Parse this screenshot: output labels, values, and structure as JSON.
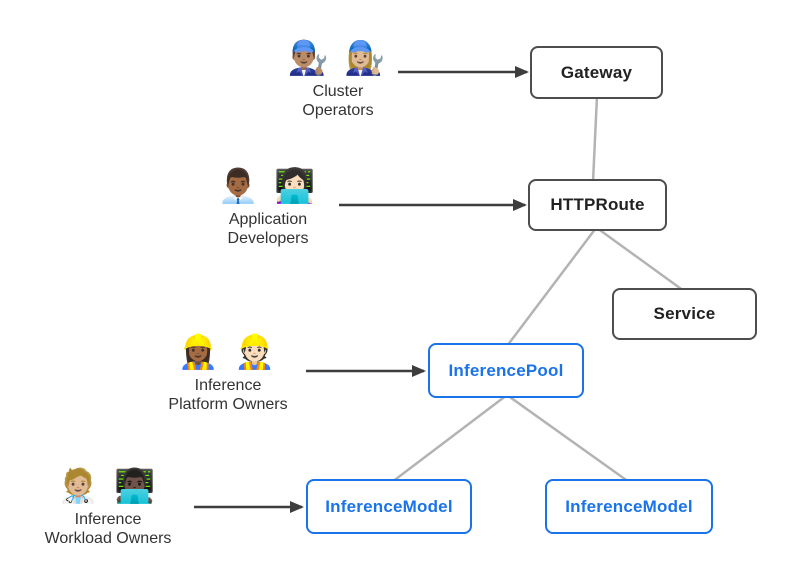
{
  "diagram": {
    "personas": [
      {
        "id": "cluster-operators",
        "emojis": "👨🏽‍🔧 👩🏼‍🔧",
        "label_lines": [
          "Cluster",
          "Operators"
        ]
      },
      {
        "id": "application-developers",
        "emojis": "👨🏾‍💼 👩🏻‍💻",
        "label_lines": [
          "Application",
          "Developers"
        ]
      },
      {
        "id": "inference-platform-owners",
        "emojis": "👷🏾‍♀️ 👷🏻",
        "label_lines": [
          "Inference",
          "Platform Owners"
        ]
      },
      {
        "id": "inference-workload-owners",
        "emojis": "🧑🏼‍⚕️ 👨🏿‍💻",
        "label_lines": [
          "Inference",
          "Workload Owners"
        ]
      }
    ],
    "nodes": [
      {
        "id": "gateway",
        "label": "Gateway",
        "style": "dark"
      },
      {
        "id": "httproute",
        "label": "HTTPRoute",
        "style": "dark"
      },
      {
        "id": "service",
        "label": "Service",
        "style": "dark"
      },
      {
        "id": "inferencepool",
        "label": "InferencePool",
        "style": "blue"
      },
      {
        "id": "inferencemodel-1",
        "label": "InferenceModel",
        "style": "blue"
      },
      {
        "id": "inferencemodel-2",
        "label": "InferenceModel",
        "style": "blue"
      }
    ],
    "edges": [
      {
        "from": "gateway",
        "to": "httproute",
        "type": "line"
      },
      {
        "from": "httproute",
        "to": "inferencepool",
        "type": "line"
      },
      {
        "from": "httproute",
        "to": "service",
        "type": "line"
      },
      {
        "from": "inferencepool",
        "to": "inferencemodel-1",
        "type": "line"
      },
      {
        "from": "inferencepool",
        "to": "inferencemodel-2",
        "type": "line"
      },
      {
        "from": "cluster-operators",
        "to": "gateway",
        "type": "arrow"
      },
      {
        "from": "application-developers",
        "to": "httproute",
        "type": "arrow"
      },
      {
        "from": "inference-platform-owners",
        "to": "inferencepool",
        "type": "arrow"
      },
      {
        "from": "inference-workload-owners",
        "to": "inferencemodel-1",
        "type": "arrow"
      }
    ],
    "theme": {
      "background": "#ffffff",
      "node_border_dark": "#4d4d4d",
      "node_text_dark": "#212121",
      "node_border_blue": "#1a73e8",
      "node_text_blue": "#1a73e8",
      "connector_gray": "#b3b3b3",
      "arrow_dark": "#3d3d3d",
      "persona_text": "#333333"
    }
  }
}
